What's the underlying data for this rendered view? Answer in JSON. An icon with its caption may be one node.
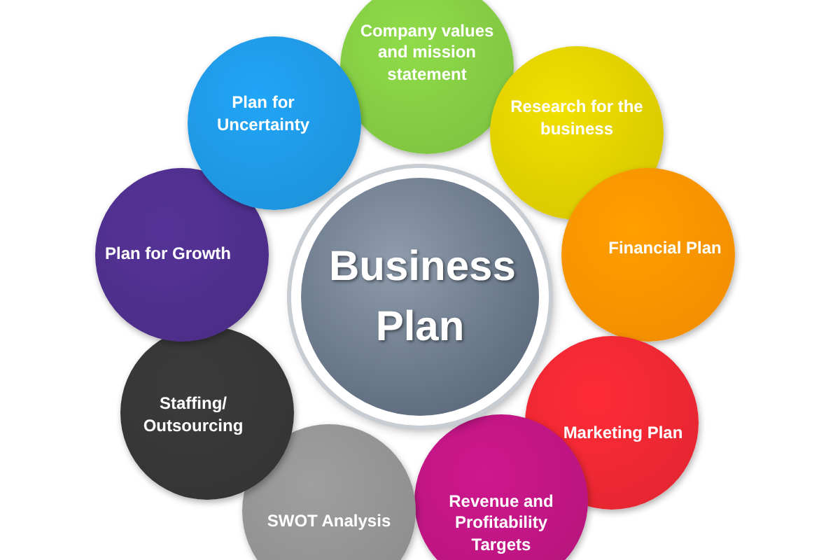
{
  "diagram": {
    "nodes": [
      {
        "text": [
          "Business Plan"
        ]
      },
      {
        "text": [
          "Company values and mission statement"
        ]
      },
      {
        "text": [
          "Research for the business"
        ]
      },
      {
        "text": [
          "Financial Plan"
        ]
      },
      {
        "text": [
          "Marketing Plan"
        ]
      },
      {
        "text": [
          "Revenue and Profitability Targets"
        ]
      },
      {
        "text": [
          "SWOT Analysis"
        ]
      },
      {
        "text": [
          "Staffing/ Outsourcing"
        ]
      },
      {
        "text": [
          "Plan for Growth"
        ]
      },
      {
        "text": [
          "Plan for Uncertainty"
        ]
      }
    ]
  }
}
